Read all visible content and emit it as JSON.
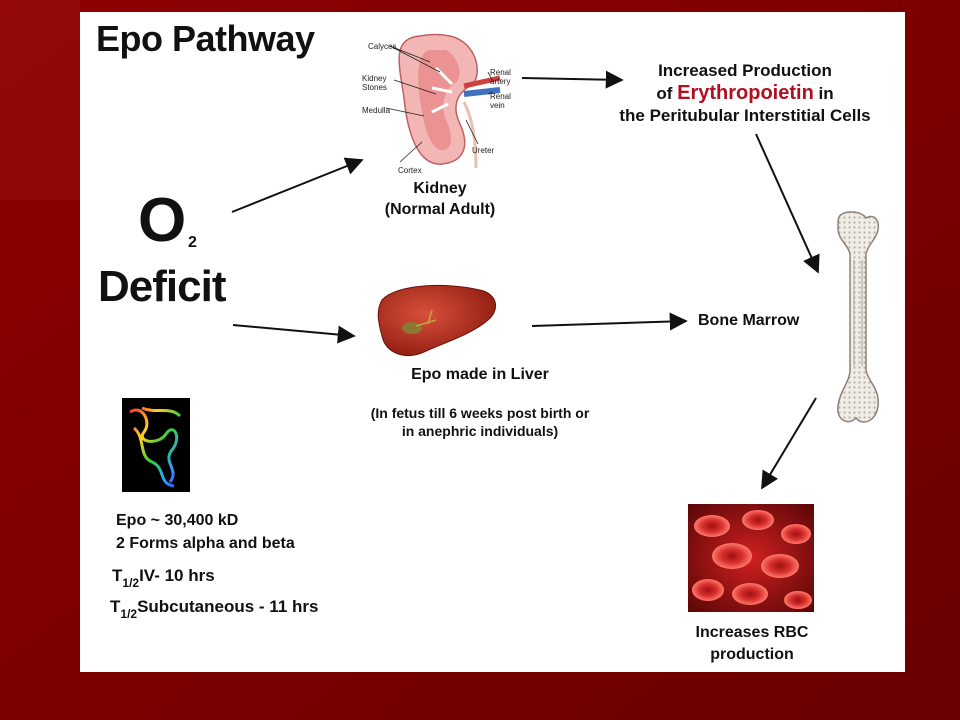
{
  "title": "Epo Pathway",
  "o2": {
    "letter": "O",
    "subscript": "2",
    "deficit": "Deficit"
  },
  "kidney": {
    "labels": {
      "calyces": "Calyces",
      "kidney_stones_1": "Kidney",
      "kidney_stones_2": "Stones",
      "medulla": "Medulla",
      "renal_artery_1": "Renal",
      "renal_artery_2": "artery",
      "renal_vein_1": "Renal",
      "renal_vein_2": "vein",
      "ureter": "Ureter",
      "cortex": "Cortex"
    },
    "caption_line1": "Kidney",
    "caption_line2": "(Normal Adult)"
  },
  "production": {
    "line1": "Increased Production",
    "line2_pre": "of",
    "line2_highlight": "Erythropoietin",
    "line2_post": "in",
    "line3": "the Peritubular Interstitial Cells",
    "highlight_color": "#b01020"
  },
  "liver": {
    "caption": "Epo made in Liver",
    "note_line1": "(In fetus till 6 weeks post birth or",
    "note_line2": "in anephric individuals)"
  },
  "bone_marrow": "Bone Marrow",
  "rbc": {
    "line1": "Increases RBC",
    "line2": "production"
  },
  "facts": {
    "weight": "Epo ~ 30,400 kD",
    "forms": "2 Forms alpha and beta",
    "t_letter": "T",
    "t_sub": "1/2",
    "iv": "IV- 10 hrs",
    "subq": "Subcutaneous - 11 hrs"
  },
  "colors": {
    "background": "#7a0000",
    "panel": "#ffffff"
  }
}
